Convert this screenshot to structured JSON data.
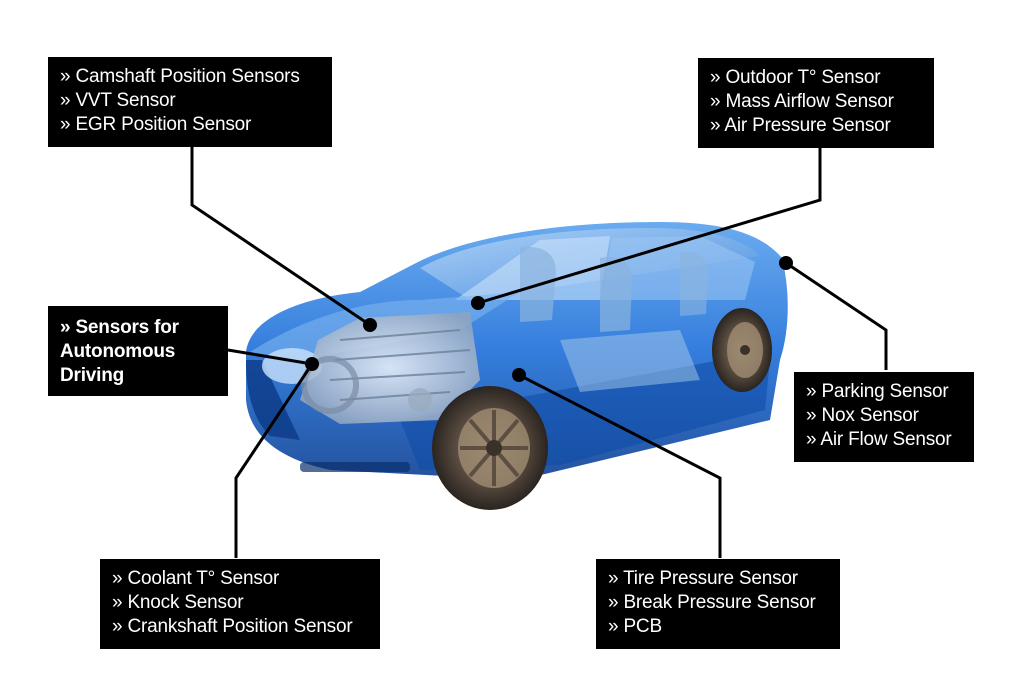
{
  "labels": {
    "camshaft": [
      "Camshaft Position Sensors",
      "VVT Sensor",
      "EGR Position Sensor"
    ],
    "outdoor": [
      "Outdoor T° Sensor",
      "Mass Airflow Sensor",
      "Air Pressure Sensor"
    ],
    "autonomous": [
      "Sensors for Autonomous Driving"
    ],
    "parking": [
      "Parking Sensor",
      "Nox Sensor",
      "Air Flow Sensor"
    ],
    "coolant": [
      "Coolant T° Sensor",
      "Knock Sensor",
      "Crankshaft Position Sensor"
    ],
    "tire": [
      "Tire Pressure Sensor",
      "Break Pressure Sensor",
      "PCB"
    ]
  },
  "colors": {
    "box_background": "#000000",
    "box_text": "#ffffff",
    "car_body": "#1e6fd9",
    "car_glass": "#7fb6ef",
    "tire": "#4a4038",
    "leader_line": "#000000"
  }
}
